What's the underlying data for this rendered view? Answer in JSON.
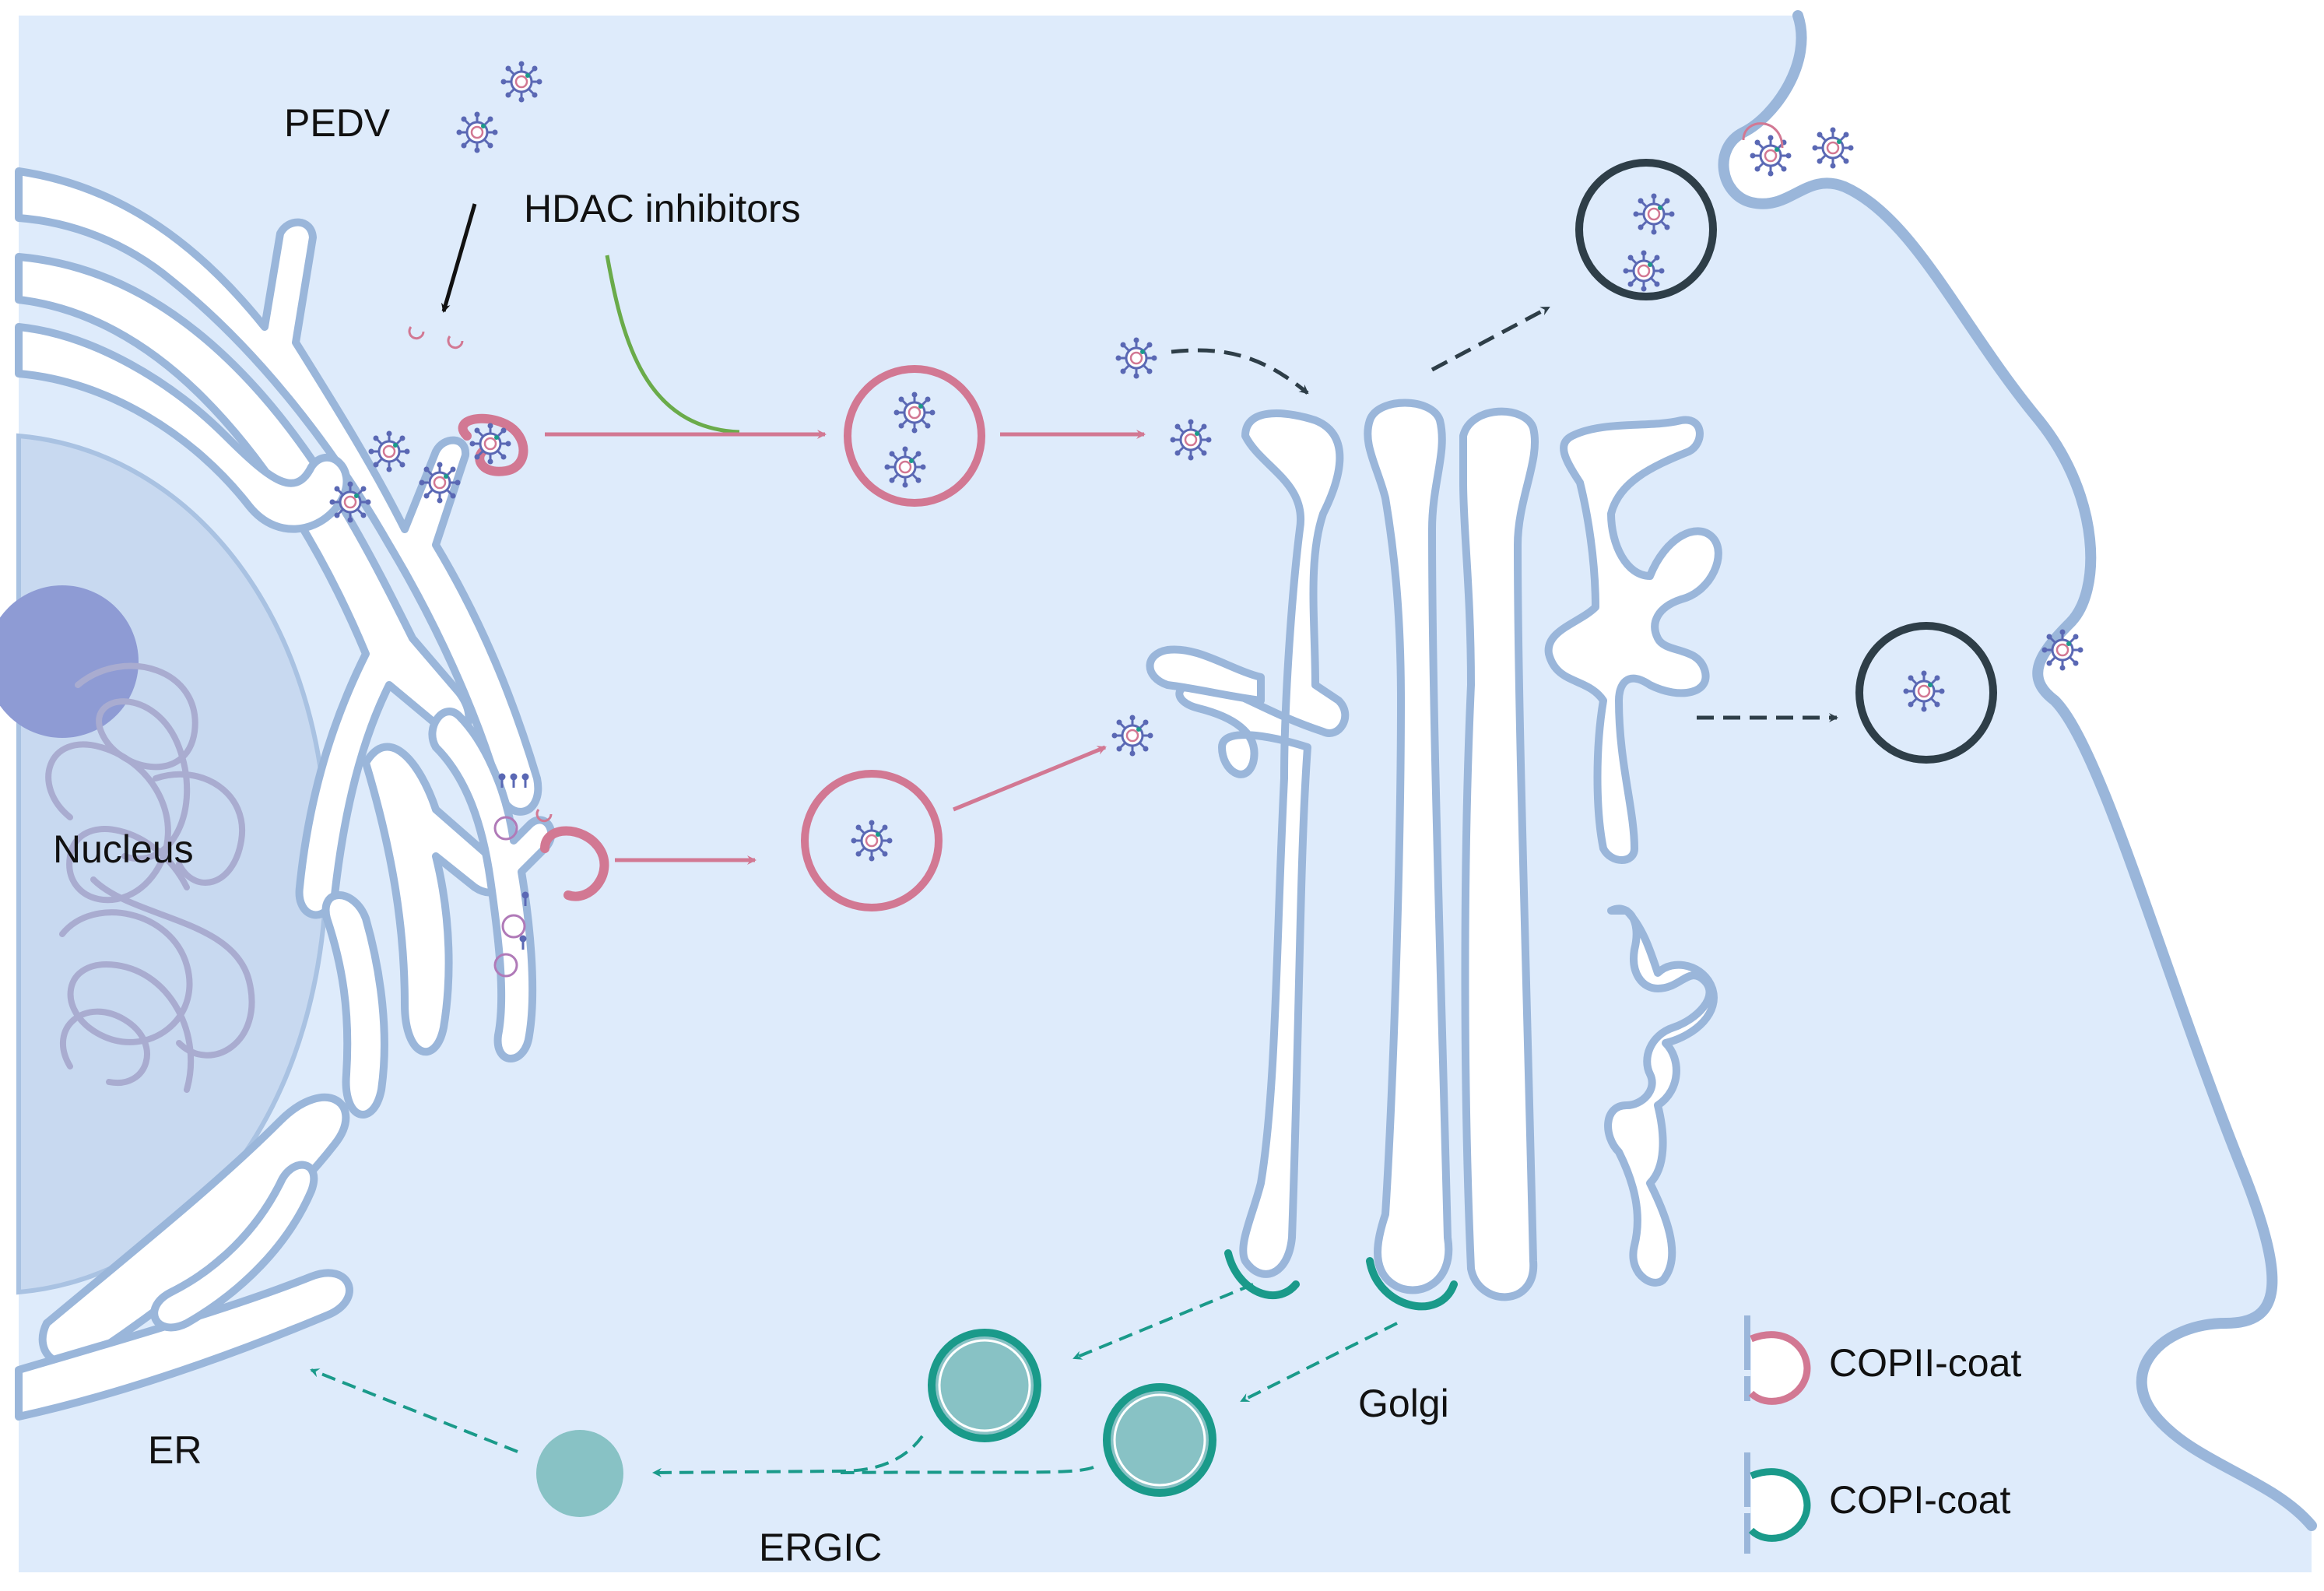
{
  "labels": {
    "pedv": "PEDV",
    "hdac": "HDAC inhibitors",
    "nucleus": "Nucleus",
    "er": "ER",
    "ergic": "ERGIC",
    "golgi": "Golgi"
  },
  "legend": {
    "copii": "COPII-coat",
    "copi": "COPI-coat"
  },
  "colors": {
    "cytoplasm": "#deebfb",
    "membrane": "#9ab6da",
    "nucleus": "#c8d9f0",
    "nucleolus": "#8e9bd4",
    "chromatin": "#a9acd0",
    "copii": "#d27893",
    "copi": "#1a9a8a",
    "ergic_fill": "#88c2c5",
    "mature_vesicle": "#2e3e48",
    "inhibitor_line": "#6aab4a",
    "virion": "#5a68b4"
  }
}
